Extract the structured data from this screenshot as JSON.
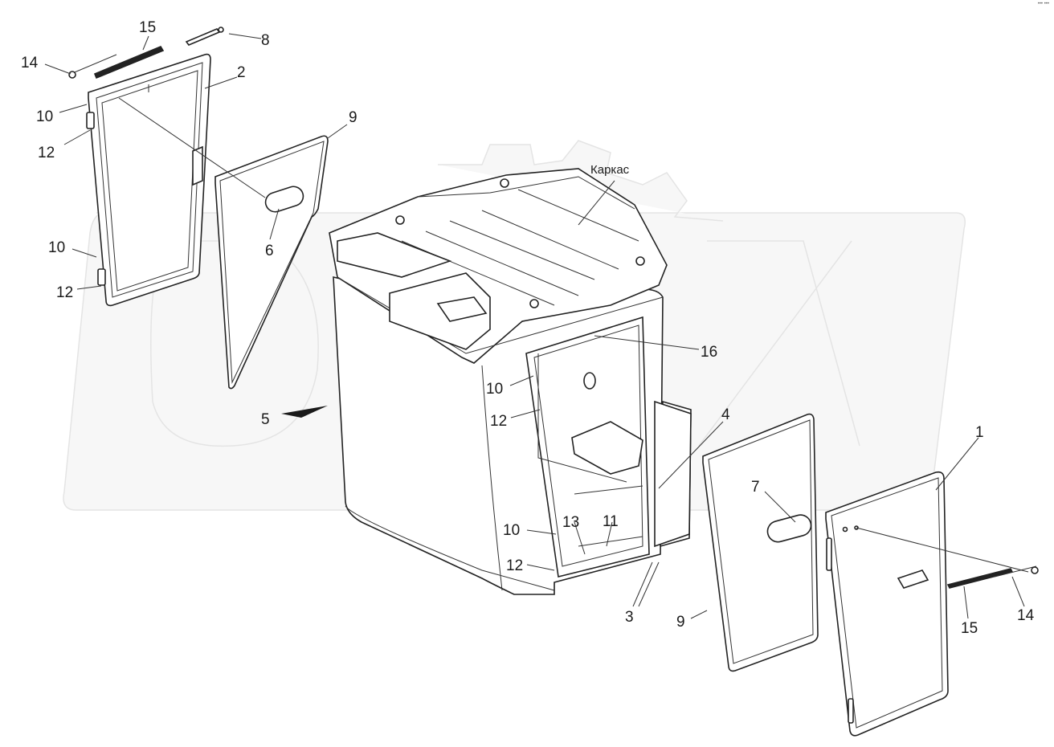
{
  "watermark": {
    "color": "#e8e8e8"
  },
  "corner_mark": "••• •••",
  "callouts": {
    "c1": "1",
    "c2": "2",
    "c3": "3",
    "c4": "4",
    "c5": "5",
    "c6": "6",
    "c7": "7",
    "c8": "8",
    "c9_left": "9",
    "c9_right": "9",
    "c10_top": "10",
    "c10_mid": "10",
    "c10_cab": "10",
    "c10_cab_bottom": "10",
    "c11": "11",
    "c12_top": "12",
    "c12_mid": "12",
    "c12_cab": "12",
    "c12_cab_bottom": "12",
    "c13": "13",
    "c14_left": "14",
    "c14_right": "14",
    "c15_left": "15",
    "c15_right": "15",
    "c16": "16",
    "frame": "Каркас"
  }
}
